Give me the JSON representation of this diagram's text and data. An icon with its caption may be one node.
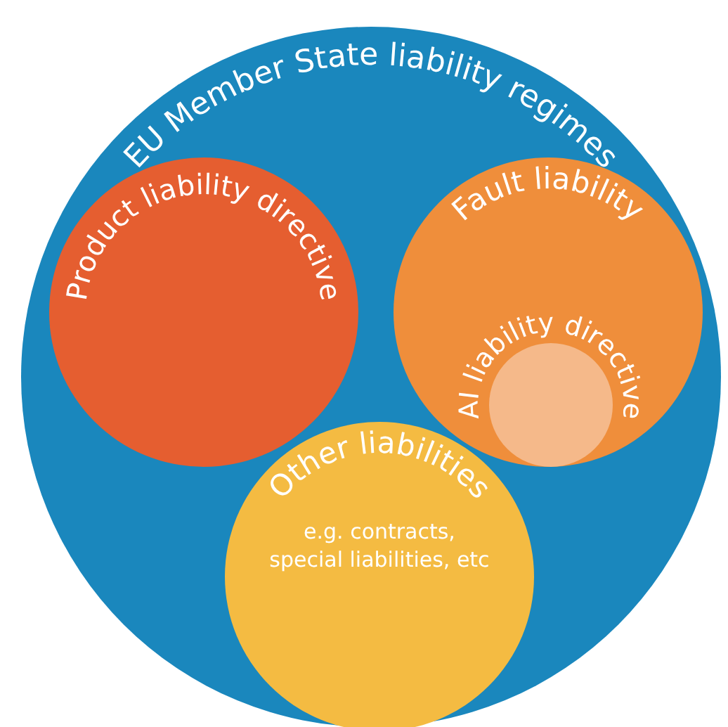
{
  "diagram": {
    "nodes": [
      {
        "text": [
          "EU Member State liability regimes"
        ]
      },
      {
        "text": [
          "Product liability directive"
        ],
        "in": 0
      },
      {
        "text": [
          "Fault liability"
        ],
        "in": 0
      },
      {
        "text": [
          "AI liability directive"
        ],
        "in": 2
      },
      {
        "text": [
          "Other liabilities",
          "e.g. contracts, special liabilities, etc"
        ],
        "in": 0
      }
    ]
  }
}
